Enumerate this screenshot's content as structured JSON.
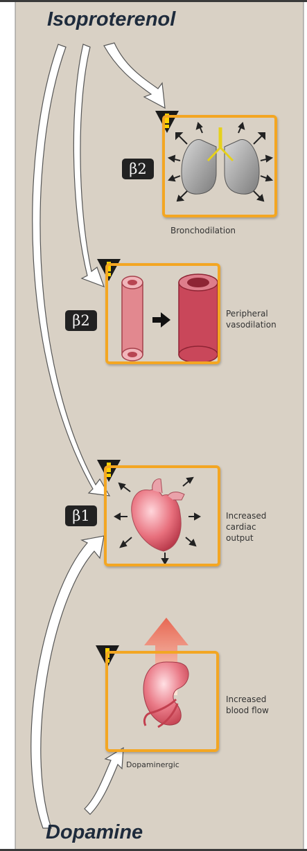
{
  "colors": {
    "background": "#d9d1c5",
    "box_border": "#f3a623",
    "box_fill": "#fffbe8",
    "badge": "#222222",
    "arrow_fill": "#ffffff",
    "warning": "#1a1a1a",
    "warning_mark": "#ffd200"
  },
  "top_drug": "Isoproterenol",
  "bottom_drug": "Dopamine",
  "effects": [
    {
      "receptor": "β2",
      "label": "Bronchodilation",
      "icon": "lungs-icon"
    },
    {
      "receptor": "β2",
      "label_lines": [
        "Peripheral",
        "vasodilation"
      ],
      "icon": "blood-vessel-icon"
    },
    {
      "receptor": "β1",
      "label_lines": [
        "Increased",
        "cardiac",
        "output"
      ],
      "icon": "heart-icon"
    },
    {
      "label_lines": [
        "Increased",
        "blood flow"
      ],
      "caption": "Dopaminergic",
      "icon": "kidney-icon"
    }
  ]
}
